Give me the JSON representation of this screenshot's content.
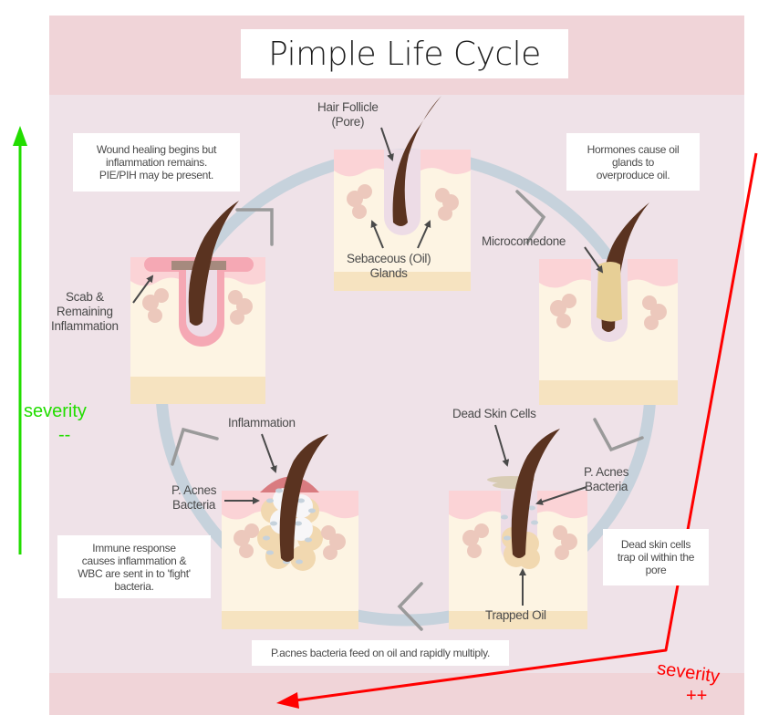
{
  "title": "Pimple Life Cycle",
  "colors": {
    "poster_bg": "#efe2e8",
    "band": "#f0d4d8",
    "skin_top": "#fbd3d6",
    "skin_body": "#fdf4e3",
    "skin_base": "#f6e3c0",
    "hair": "#5a3320",
    "cycle_ring": "#c6d2dc",
    "gland": "#ecc8bc",
    "green_arrow": "#22dd00",
    "red_arrow": "#ff0000"
  },
  "stages": [
    {
      "id": "normal-pore",
      "labels": [
        "Hair Follicle\n(Pore)",
        "Sebaceous (Oil)\nGlands"
      ]
    },
    {
      "id": "microcomedone",
      "labels": [
        "Microcomedone"
      ],
      "note": "Hormones cause oil\nglands to\noverproduce oil."
    },
    {
      "id": "clogged-pore",
      "labels": [
        "Dead Skin Cells",
        "P. Acnes\nBacteria",
        "Trapped Oil"
      ],
      "note": "Dead skin cells\ntrap oil within the\npore"
    },
    {
      "id": "bacteria-multiply",
      "note": "P.acnes bacteria feed on oil and rapidly multiply."
    },
    {
      "id": "inflammation",
      "labels": [
        "Inflammation",
        "P. Acnes\nBacteria"
      ],
      "note": "Immune response\ncauses inflammation &\nWBC are sent in to 'fight'\nbacteria."
    },
    {
      "id": "healing",
      "labels": [
        "Scab &\nRemaining\nInflammation"
      ],
      "note": "Wound healing begins but\ninflammation remains.\nPIE/PIH may be present."
    }
  ],
  "annotations": {
    "green": {
      "label": "severity",
      "sub": "--",
      "direction": "up"
    },
    "red": {
      "label": "severity",
      "sub": "++",
      "direction": "down-left"
    }
  }
}
